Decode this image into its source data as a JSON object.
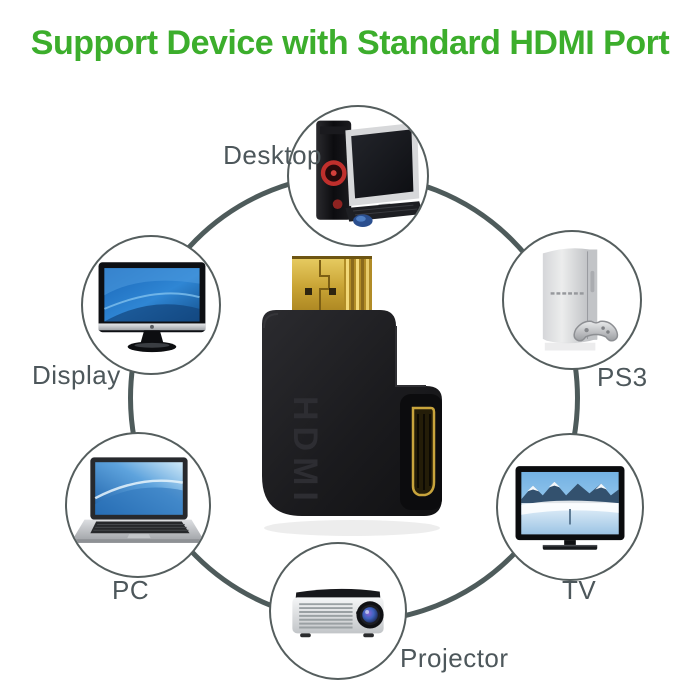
{
  "title": "Support Device with Standard HDMI Port",
  "adapter": {
    "embossed_label": "HDMI"
  },
  "devices": [
    {
      "label": "Desktop",
      "icon": "desktop-computer-image"
    },
    {
      "label": "Display",
      "icon": "monitor-image"
    },
    {
      "label": "PS3",
      "icon": "ps3-console-image"
    },
    {
      "label": "PC",
      "icon": "laptop-image"
    },
    {
      "label": "TV",
      "icon": "tv-image"
    },
    {
      "label": "Projector",
      "icon": "projector-image"
    }
  ],
  "colors": {
    "title_green": "#3CAE2C",
    "ring_gray": "#4E5B5B",
    "circle_border_gray": "#555E5E",
    "label_gray": "#4D575B",
    "adapter_black": "#1C1C1F",
    "gold": "#C9A435"
  }
}
